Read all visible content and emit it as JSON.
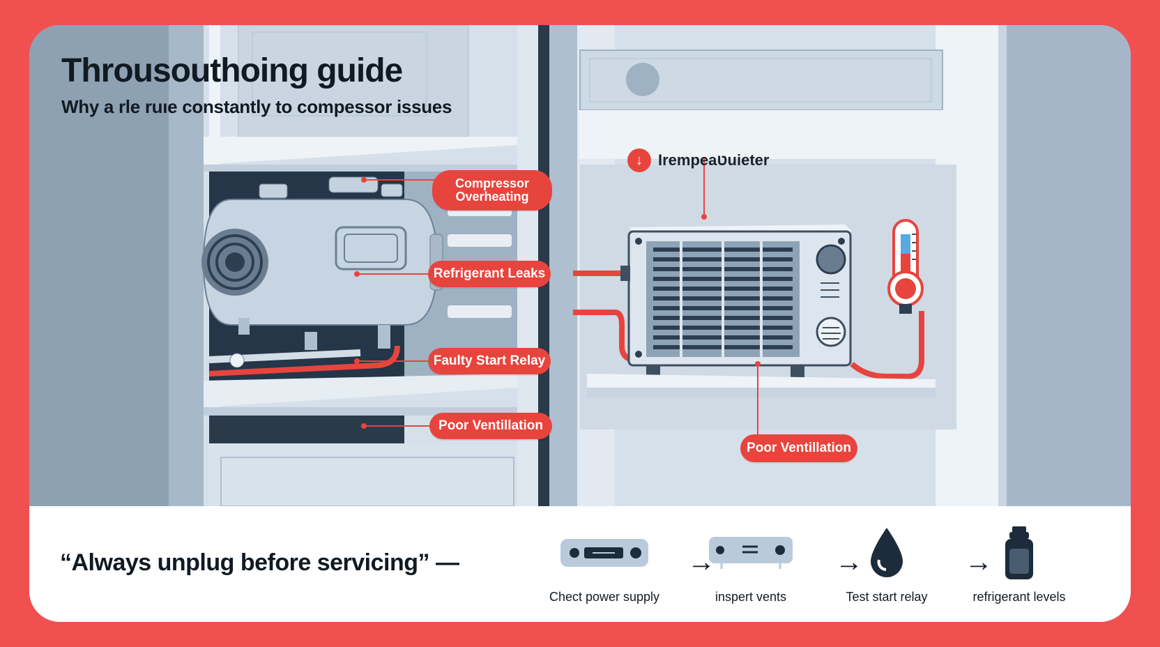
{
  "header": {
    "title": "Throusouthoing guide",
    "subtitle": "Why a rle ruıe constantly to compessor issues"
  },
  "callouts": {
    "compressor_line1": "Compressor",
    "compressor_line2": "Overheating",
    "refrigerant_leaks": "Refrigerant Leaks",
    "faulty_start_relay": "Faulty Start Relay",
    "poor_ventilation_left": "Poor Ventillation",
    "poor_ventilation_right": "Poor Ventillation",
    "temperature_label": "Irempeaטuieter",
    "temperature_icon": "down-arrow-icon"
  },
  "footer": {
    "quote": "“Always unplug before servicing” —",
    "steps": [
      {
        "label": "Chect power supply",
        "icon": "power-supply-icon"
      },
      {
        "label": "inspert vents",
        "icon": "vent-icon"
      },
      {
        "label": "Test start relay",
        "icon": "drop-icon"
      },
      {
        "label": "refrigerant levels",
        "icon": "refrigerant-canister-icon"
      }
    ],
    "arrow": "→"
  },
  "colors": {
    "accent": "#e8443e",
    "frame": "#f05050",
    "panel_blue": "#c7d5e3",
    "dark_slate": "#283848"
  }
}
